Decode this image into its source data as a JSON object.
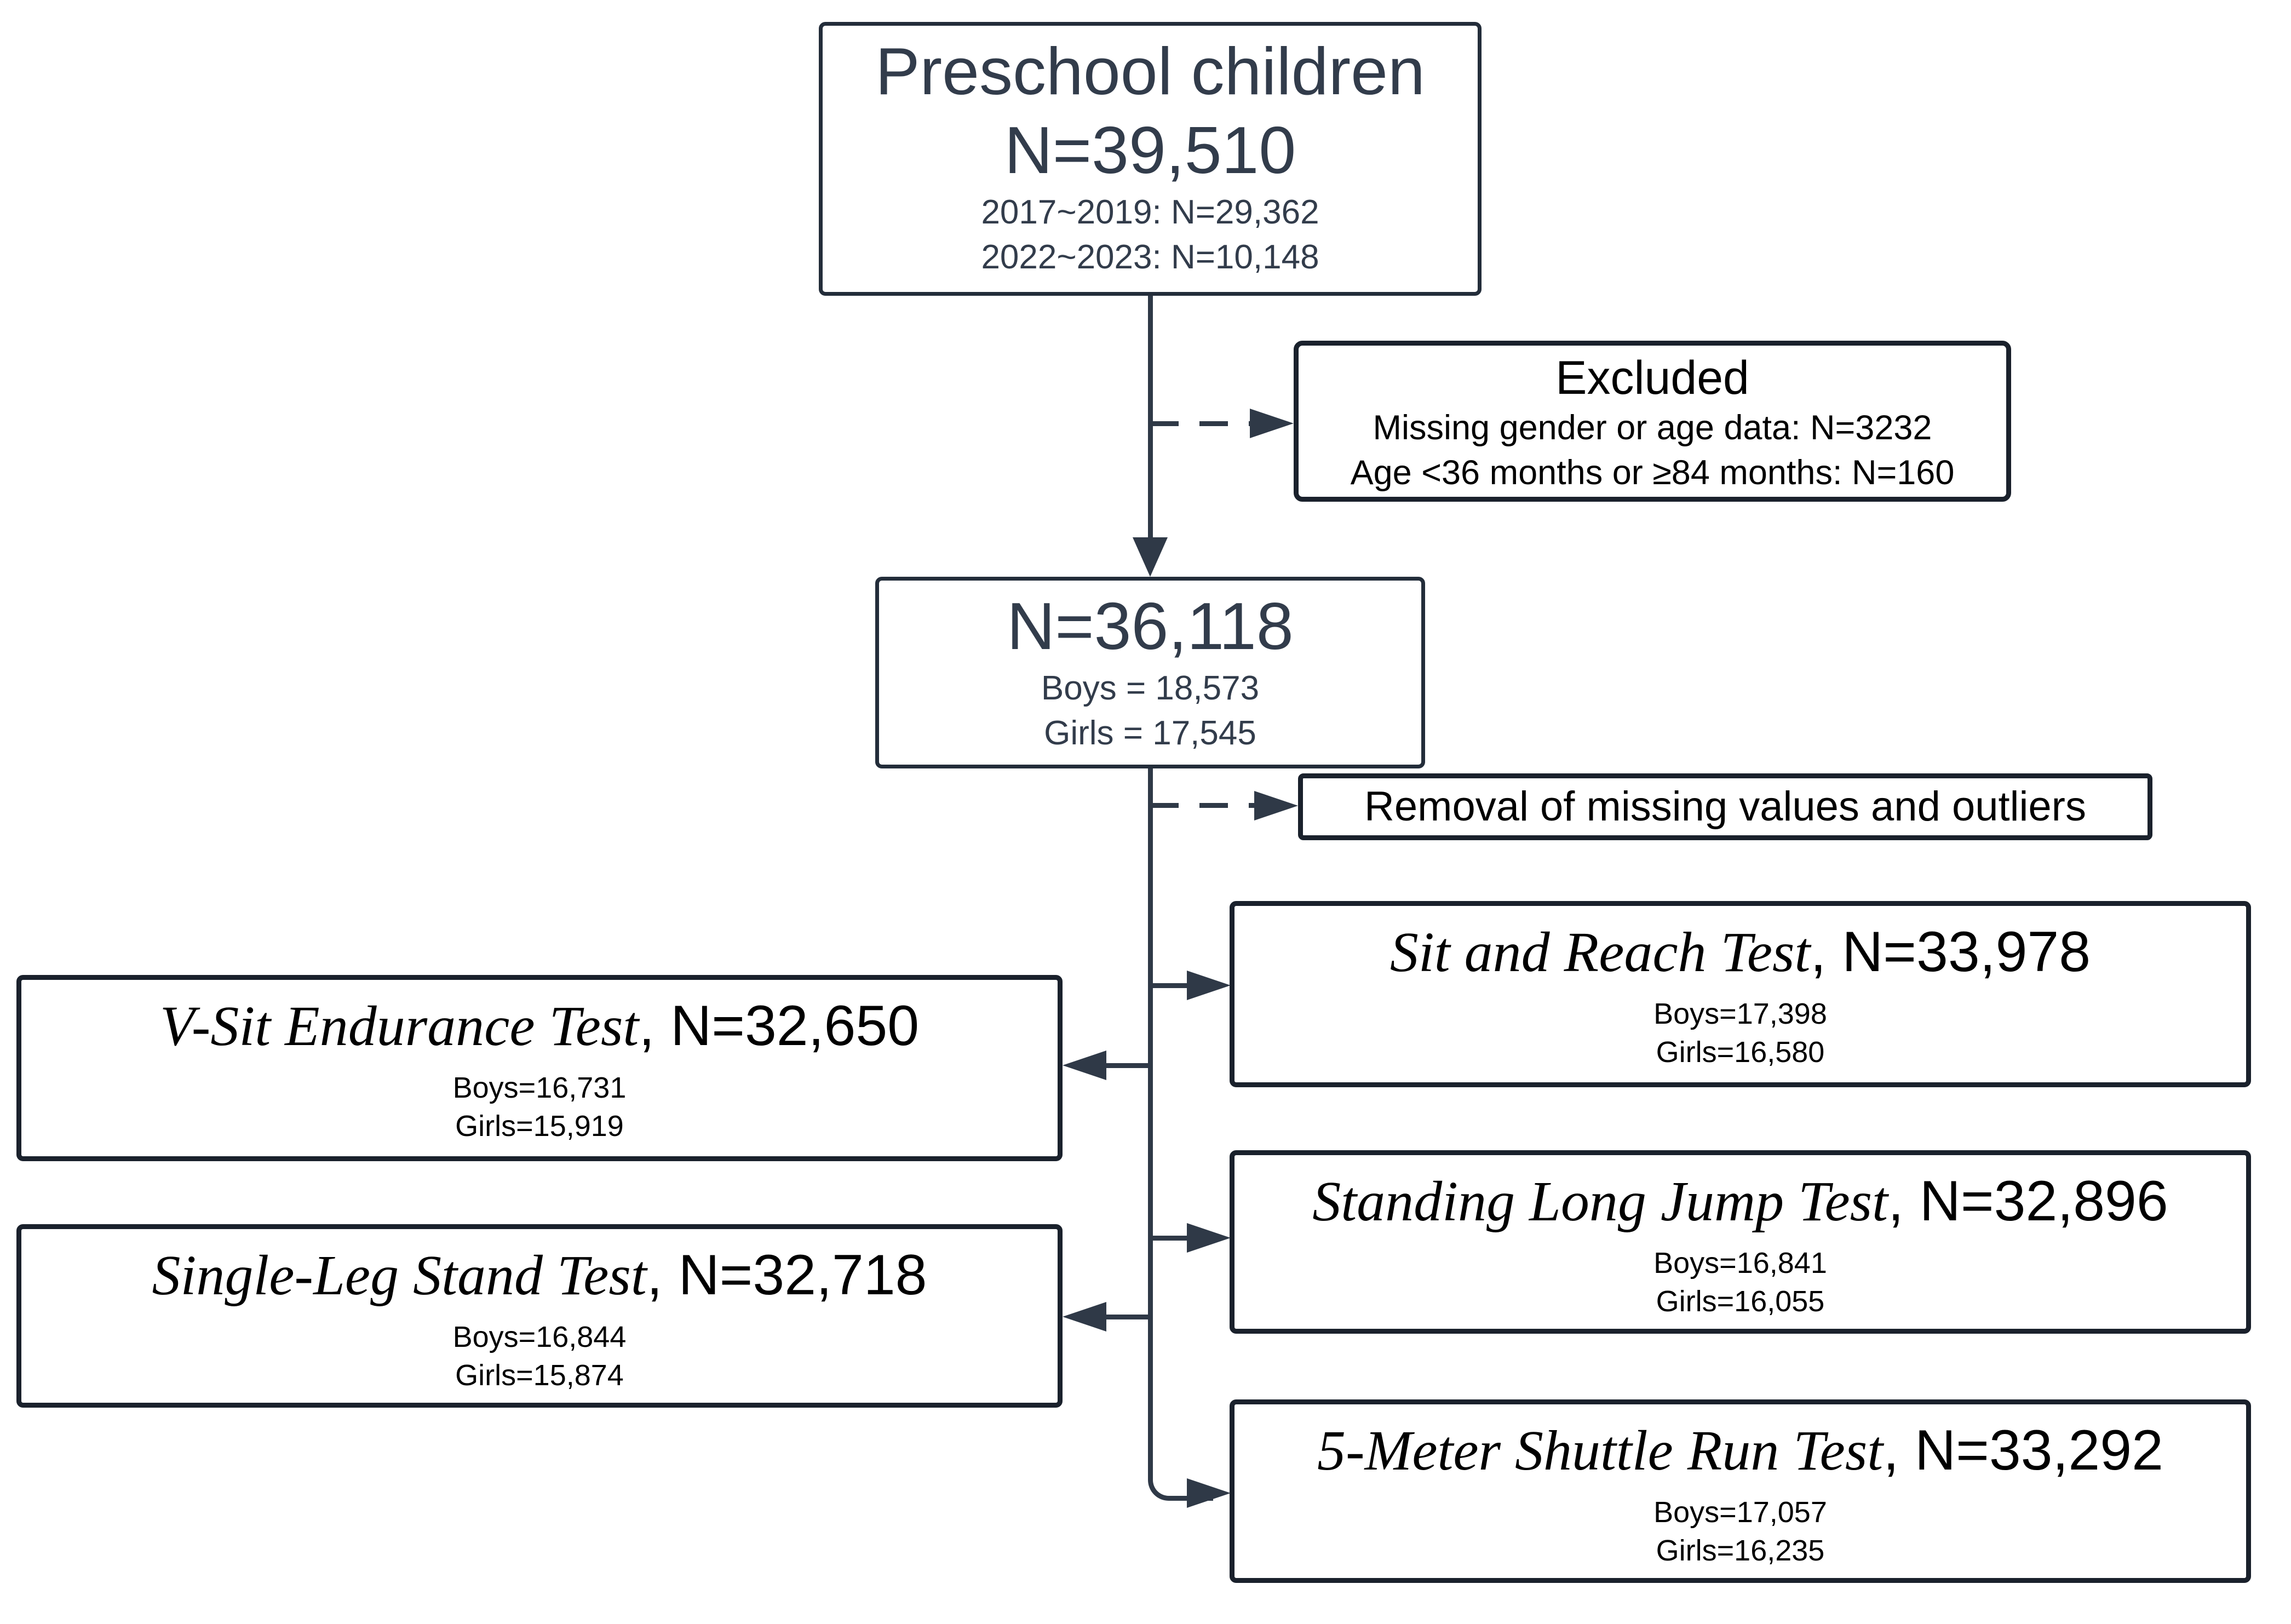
{
  "palette": {
    "line": "#2f3947",
    "centerBorder": "#232d3a",
    "sideBorder": "#1a212c",
    "centerText": "#323c4b",
    "sideText": "#000000",
    "background": "#ffffff"
  },
  "boxes": {
    "preschool": {
      "title": "Preschool children",
      "n": "N=39,510",
      "lines": [
        "2017~2019: N=29,362",
        "2022~2023: N=10,148"
      ]
    },
    "excluded": {
      "title": "Excluded",
      "lines": [
        "Missing gender or age data: N=3232",
        "Age <36 months or ≥84 months: N=160"
      ]
    },
    "cohort": {
      "n": "N=36,118",
      "lines": [
        "Boys = 18,573",
        "Girls = 17,545"
      ]
    },
    "removal": {
      "label": "Removal of missing values and outliers"
    },
    "tests": [
      {
        "name": "Sit and Reach Test",
        "nsuffix": ", N=33,978",
        "boys": "Boys=17,398",
        "girls": "Girls=16,580",
        "side": "right"
      },
      {
        "name": "V-Sit Endurance Test",
        "nsuffix": ", N=32,650",
        "boys": "Boys=16,731",
        "girls": "Girls=15,919",
        "side": "left"
      },
      {
        "name": "Standing Long Jump Test",
        "nsuffix": ", N=32,896",
        "boys": "Boys=16,841",
        "girls": "Girls=16,055",
        "side": "right"
      },
      {
        "name": "Single-Leg Stand Test",
        "nsuffix": ", N=32,718",
        "boys": "Boys=16,844",
        "girls": "Girls=15,874",
        "side": "left"
      },
      {
        "name": "5-Meter Shuttle Run Test",
        "nsuffix": ", N=33,292",
        "boys": "Boys=17,057",
        "girls": "Girls=16,235",
        "side": "right"
      }
    ]
  }
}
